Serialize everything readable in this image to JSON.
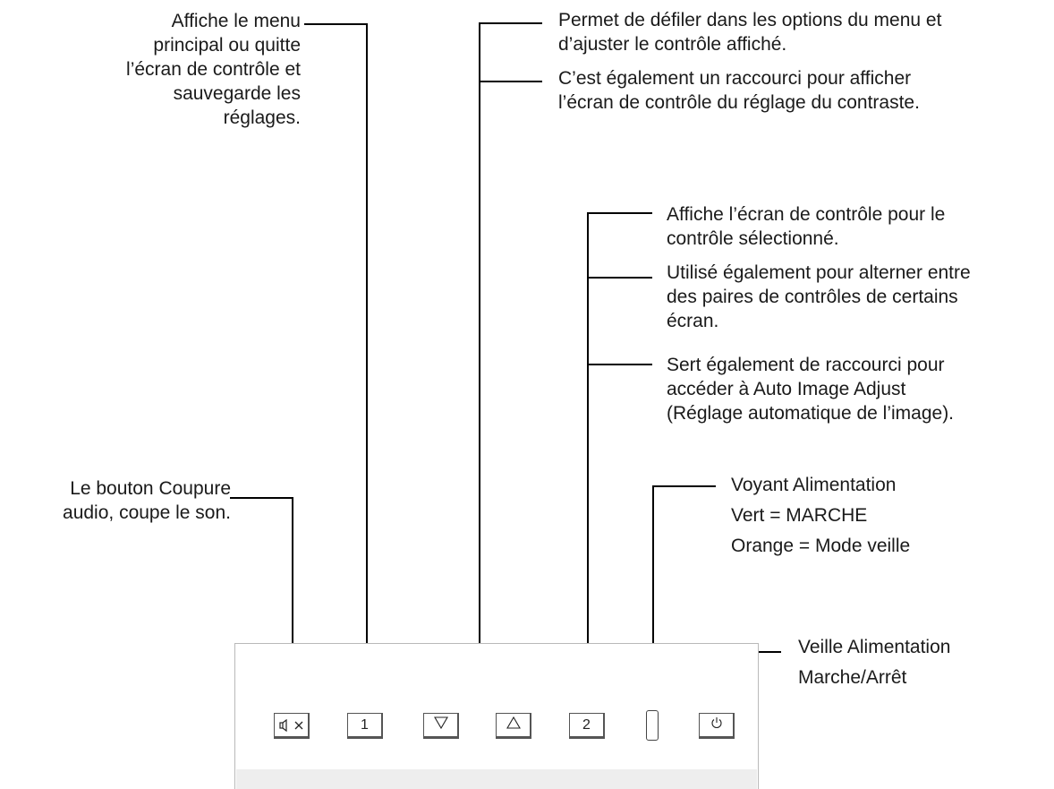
{
  "callouts": {
    "menu_button": {
      "lines": [
        "Affiche le menu",
        "principal ou quitte",
        "l’écran de contrôle et",
        "sauvegarde les",
        "réglages."
      ]
    },
    "arrow_buttons": {
      "line1": [
        "Permet de défiler dans les options du menu et",
        "d’ajuster le contrôle affiché."
      ],
      "line2": [
        "C’est également un raccourci pour afficher",
        "l’écran de contrôle du réglage du contraste."
      ]
    },
    "select_button": {
      "line1": [
        "Affiche l’écran de contrôle pour le",
        "contrôle sélectionné."
      ],
      "line2": [
        "Utilisé également pour alterner entre",
        "des paires de contrôles de certains",
        "écran."
      ],
      "line3": [
        "Sert également de raccourci pour",
        "accéder à Auto Image Adjust",
        "(Réglage automatique de l’image)."
      ]
    },
    "mute_button": {
      "lines": [
        "Le bouton Coupure",
        "audio, coupe le son."
      ]
    },
    "power_led": {
      "lines": [
        "Voyant Alimentation",
        "Vert = MARCHE",
        "Orange = Mode veille"
      ]
    },
    "power_button": {
      "lines": [
        "Veille Alimentation",
        "Marche/Arrêt"
      ]
    }
  },
  "panel": {
    "buttons": [
      {
        "name": "mute",
        "icon": "speaker-mute-icon",
        "glyph": "🕨×"
      },
      {
        "name": "1",
        "label": "1"
      },
      {
        "name": "down",
        "icon": "triangle-down-icon",
        "glyph": "▽"
      },
      {
        "name": "up",
        "icon": "triangle-up-icon",
        "glyph": "△"
      },
      {
        "name": "2",
        "label": "2"
      },
      {
        "name": "power",
        "icon": "power-icon",
        "glyph": "⏻"
      }
    ]
  }
}
